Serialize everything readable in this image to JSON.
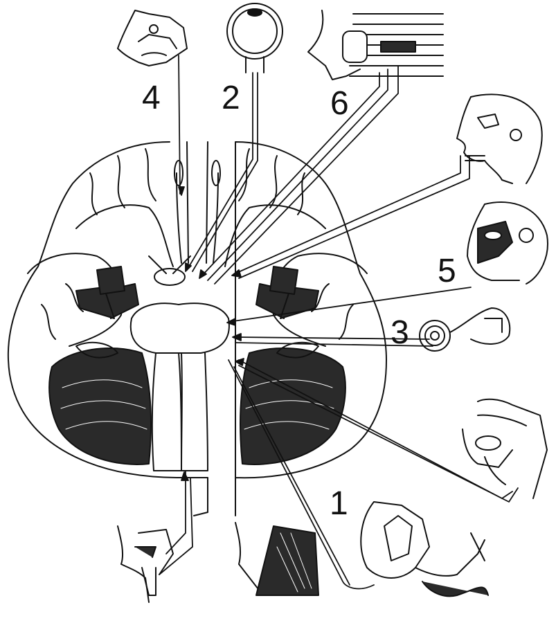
{
  "labels": {
    "n4": "4",
    "n2": "2",
    "n6": "6",
    "n5": "5",
    "n3": "3",
    "n1": "1"
  },
  "colors": {
    "ink": "#111111",
    "paper": "#ffffff",
    "shade": "#2a2a2a"
  },
  "icons": {
    "nose": "nose-section-icon",
    "eye": "eyeball-icon",
    "orbit": "eye-muscles-icon",
    "face": "face-profile-icon",
    "muscles": "facial-muscles-icon",
    "ear": "inner-ear-icon",
    "throat": "pharynx-section-icon",
    "neck": "neck-muscles-icon",
    "viscera": "thoracic-viscera-icon",
    "tongue": "tongue-section-icon"
  }
}
